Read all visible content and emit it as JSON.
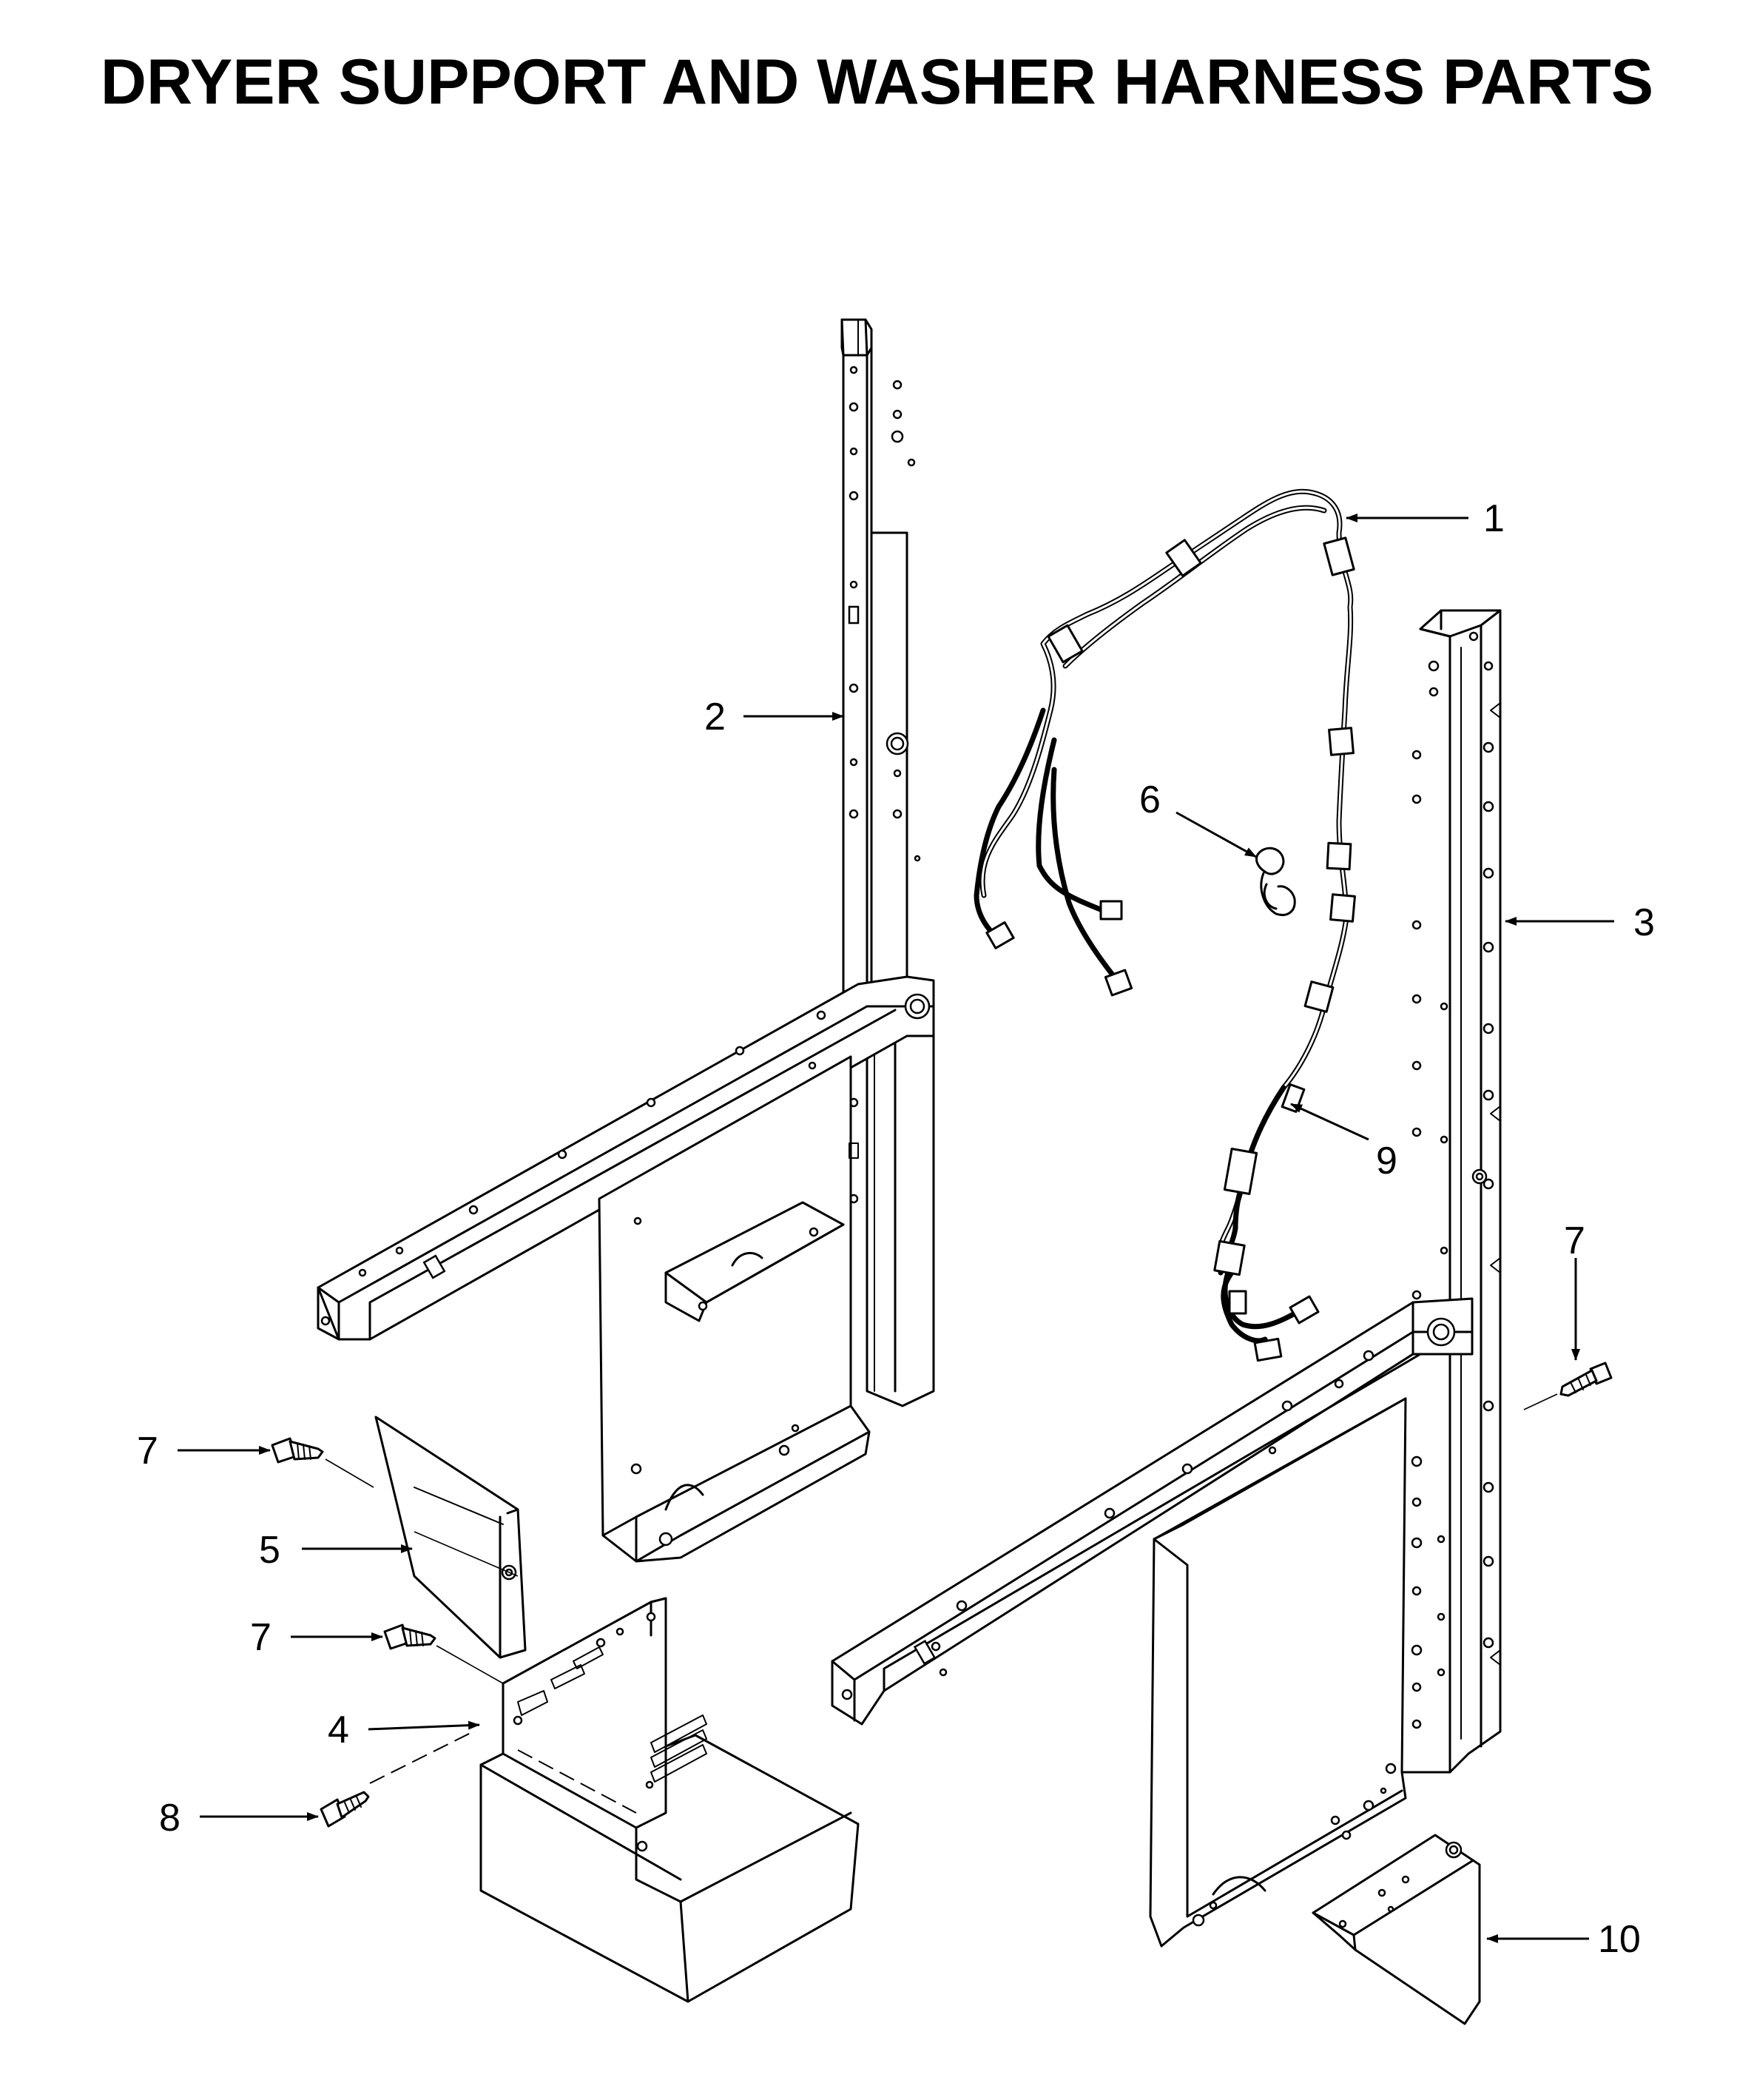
{
  "title": "DRYER SUPPORT AND WASHER HARNESS PARTS",
  "callouts": [
    {
      "id": "c1",
      "label": "1"
    },
    {
      "id": "c2",
      "label": "2"
    },
    {
      "id": "c3",
      "label": "3"
    },
    {
      "id": "c4",
      "label": "4"
    },
    {
      "id": "c5",
      "label": "5"
    },
    {
      "id": "c6",
      "label": "6"
    },
    {
      "id": "c7a",
      "label": "7"
    },
    {
      "id": "c7b",
      "label": "7"
    },
    {
      "id": "c7c",
      "label": "7"
    },
    {
      "id": "c8",
      "label": "8"
    },
    {
      "id": "c9",
      "label": "9"
    },
    {
      "id": "c10",
      "label": "10"
    }
  ]
}
